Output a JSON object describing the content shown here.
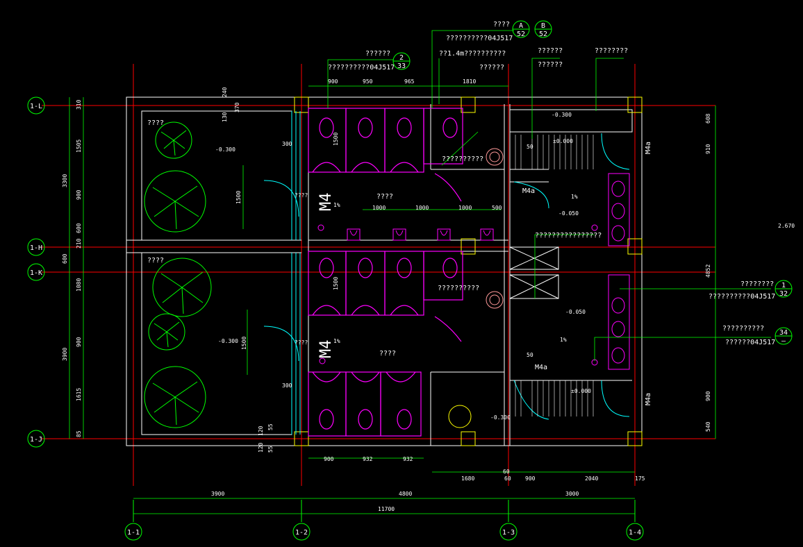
{
  "colors": {
    "background": "#000000",
    "axis": "#ff0000",
    "wall": "#ffffff",
    "dimension": "#00ff00",
    "fixture": "#ff00ff",
    "glass": "#00ffff",
    "text": "#ffffff",
    "accent": "#ffff00"
  },
  "axes": {
    "vertical": [
      "1-1",
      "1-2",
      "1-3",
      "1-4"
    ],
    "horizontal": [
      "1-L",
      "1-H",
      "1-K",
      "1-J"
    ]
  },
  "dims": {
    "top": [
      "900",
      "950",
      "965",
      "1810"
    ],
    "bottom_inner": [
      "900",
      "932",
      "932"
    ],
    "bottom_right": [
      "1680",
      "60",
      "60",
      "900",
      "2040",
      "175"
    ],
    "bottom_bays": [
      "3900",
      "4800",
      "3000"
    ],
    "total": "11700",
    "left_outer": [
      "3300",
      "600",
      "3900"
    ],
    "left_inner": [
      "310",
      "1505",
      "900",
      "600",
      "210",
      "1080",
      "900",
      "1615",
      "85"
    ],
    "right_dims": [
      "608",
      "910",
      "4852",
      "900",
      "540"
    ],
    "urinal_dims": [
      "1000",
      "1000",
      "1000",
      "500"
    ],
    "misc": [
      "240",
      "370",
      "130",
      "300",
      "1500",
      "1500",
      "1500",
      "1500",
      "300",
      "120",
      "120",
      "55",
      "55",
      "50",
      "50",
      "60"
    ],
    "elevation_right": "2.670"
  },
  "labels": {
    "notes_top_left": [
      "??????",
      "??????????04J517"
    ],
    "callout_top_left": {
      "num": "2",
      "sheet": "33"
    },
    "notes_top": [
      "????",
      "??????????04J517"
    ],
    "callout_a": {
      "letter": "A",
      "sheet": "52"
    },
    "callout_b": {
      "letter": "B",
      "sheet": "52"
    },
    "note_14m": "??1.4m??????????",
    "note_14m_2": "??????",
    "note_right_a": [
      "??????",
      "??????"
    ],
    "note_right_b": "????????",
    "note_mid": "????????????????",
    "note_sink_top": "??????????",
    "note_sink_bottom": "??????????",
    "note_planter": "????",
    "note_corridor": "????",
    "note_door": "????",
    "door_m4": "M4",
    "door_m4a": "M4a",
    "slope": "1%",
    "elev_neg300": "-0.300",
    "elev_neg050": "-0.050",
    "elev_zero": "±0.000",
    "callout_right_1": {
      "text": [
        "????????",
        "??????????04J517"
      ],
      "num": "1",
      "sheet": "32"
    },
    "callout_right_2": {
      "text": [
        "??????????",
        "??????04J517"
      ],
      "num": "34",
      "sheet": "—"
    }
  }
}
